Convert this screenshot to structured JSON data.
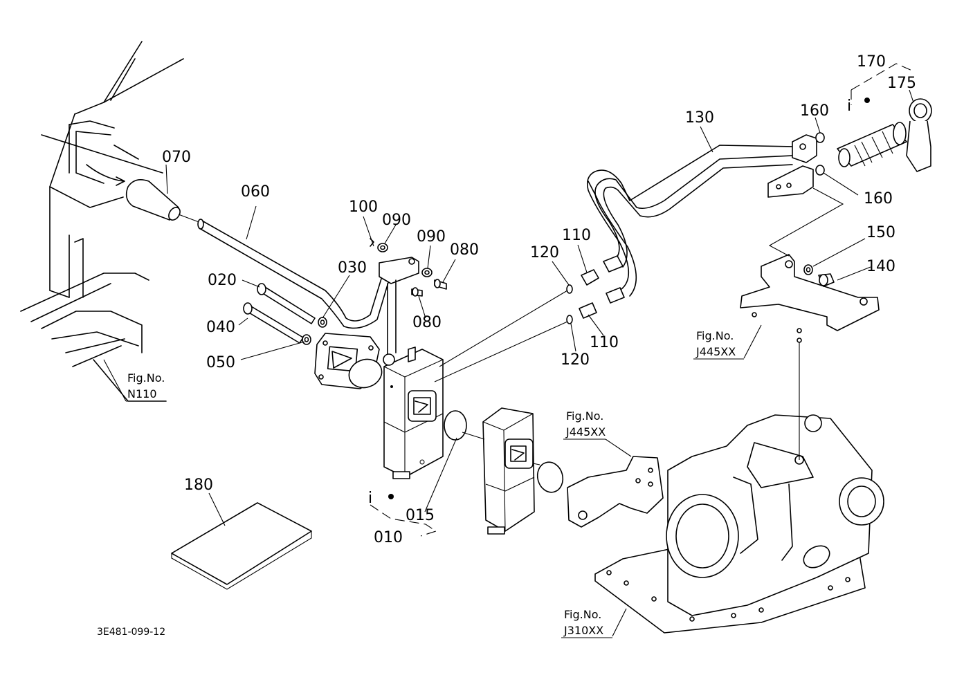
{
  "drawing_code": "3E481-099-12",
  "parts": [
    {
      "id": "p010",
      "number": "010"
    },
    {
      "id": "p015",
      "number": "015"
    },
    {
      "id": "p020",
      "number": "020"
    },
    {
      "id": "p030",
      "number": "030"
    },
    {
      "id": "p040",
      "number": "040"
    },
    {
      "id": "p050",
      "number": "050"
    },
    {
      "id": "p060",
      "number": "060"
    },
    {
      "id": "p070",
      "number": "070"
    },
    {
      "id": "p080a",
      "number": "080"
    },
    {
      "id": "p080b",
      "number": "080"
    },
    {
      "id": "p090a",
      "number": "090"
    },
    {
      "id": "p090b",
      "number": "090"
    },
    {
      "id": "p100",
      "number": "100"
    },
    {
      "id": "p110a",
      "number": "110"
    },
    {
      "id": "p110b",
      "number": "110"
    },
    {
      "id": "p120a",
      "number": "120"
    },
    {
      "id": "p120b",
      "number": "120"
    },
    {
      "id": "p130",
      "number": "130"
    },
    {
      "id": "p140",
      "number": "140"
    },
    {
      "id": "p150",
      "number": "150"
    },
    {
      "id": "p160a",
      "number": "160"
    },
    {
      "id": "p160b",
      "number": "160"
    },
    {
      "id": "p170",
      "number": "170"
    },
    {
      "id": "p175",
      "number": "175"
    },
    {
      "id": "p180",
      "number": "180"
    }
  ],
  "figure_refs": [
    {
      "label": "Fig.No.",
      "code": "N110"
    },
    {
      "label": "Fig.No.",
      "code": "J445XX"
    },
    {
      "label": "Fig.No.",
      "code": "J445XX"
    },
    {
      "label": "Fig.No.",
      "code": "J310XX"
    }
  ],
  "marker": "i"
}
